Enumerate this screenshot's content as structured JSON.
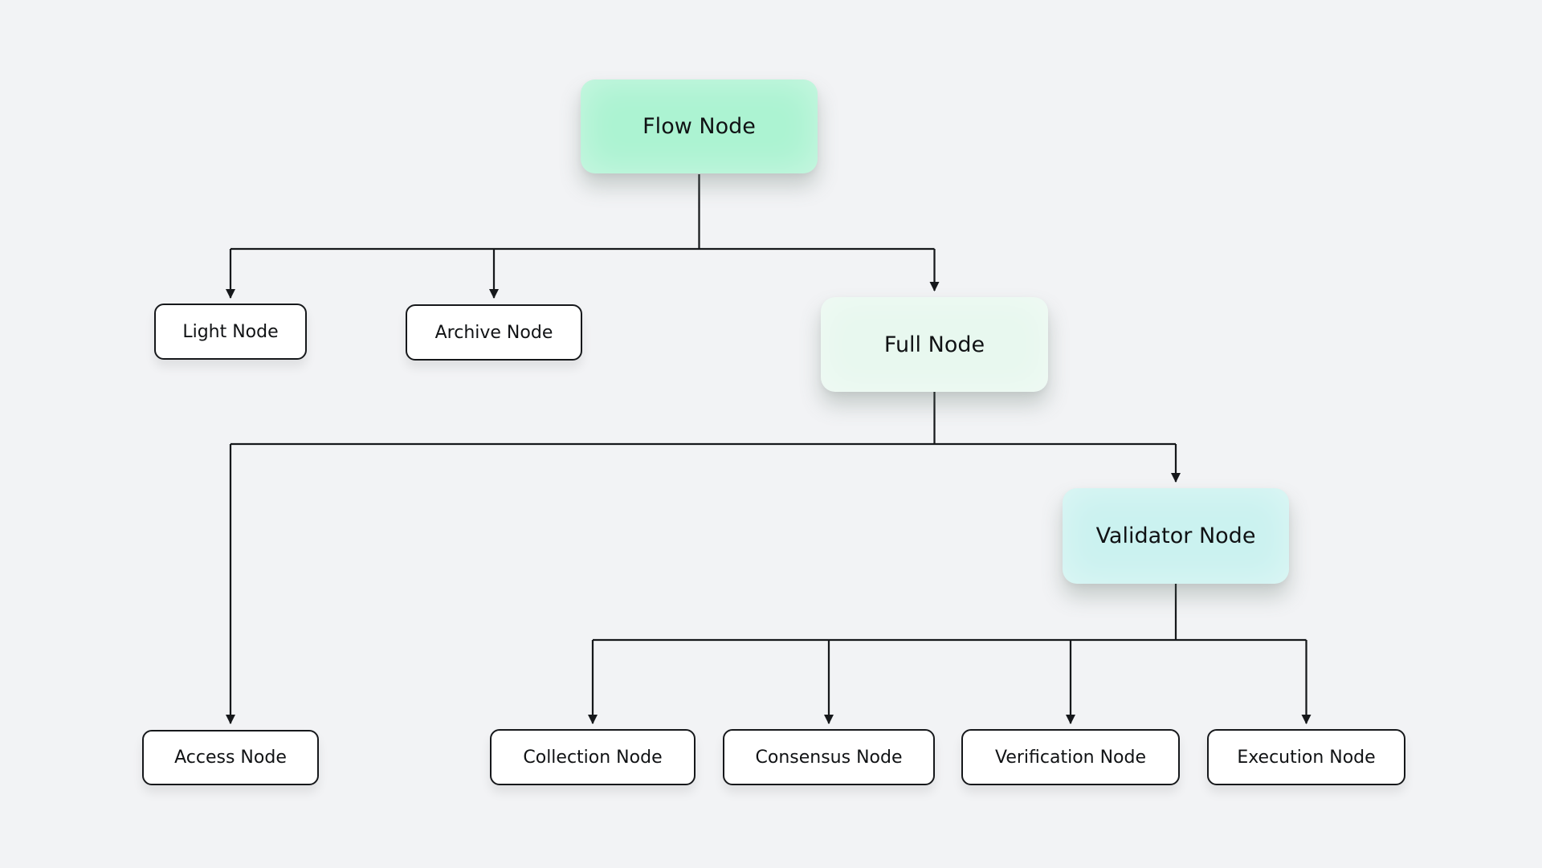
{
  "colors": {
    "background": "#f2f3f5",
    "flow_fill": "#acf3d2",
    "full_fill": "#e8f8ef",
    "validator_fill": "#cbf2f0",
    "child_fill": "#ffffff",
    "node_border": "#16181b",
    "connector": "#16181b",
    "text": "#101214"
  },
  "diagram": {
    "nodes": {
      "flow": {
        "label": "Flow Node"
      },
      "light": {
        "label": "Light Node"
      },
      "archive": {
        "label": "Archive Node"
      },
      "full": {
        "label": "Full Node"
      },
      "validator": {
        "label": "Validator Node"
      },
      "access": {
        "label": "Access Node"
      },
      "collection": {
        "label": "Collection Node"
      },
      "consensus": {
        "label": "Consensus Node"
      },
      "verification": {
        "label": "Verification Node"
      },
      "execution": {
        "label": "Execution Node"
      }
    },
    "edges": [
      {
        "from": "Flow Node",
        "to": "Light Node"
      },
      {
        "from": "Flow Node",
        "to": "Archive Node"
      },
      {
        "from": "Flow Node",
        "to": "Full Node"
      },
      {
        "from": "Full Node",
        "to": "Access Node"
      },
      {
        "from": "Full Node",
        "to": "Validator Node"
      },
      {
        "from": "Validator Node",
        "to": "Collection Node"
      },
      {
        "from": "Validator Node",
        "to": "Consensus Node"
      },
      {
        "from": "Validator Node",
        "to": "Verification Node"
      },
      {
        "from": "Validator Node",
        "to": "Execution Node"
      }
    ]
  }
}
